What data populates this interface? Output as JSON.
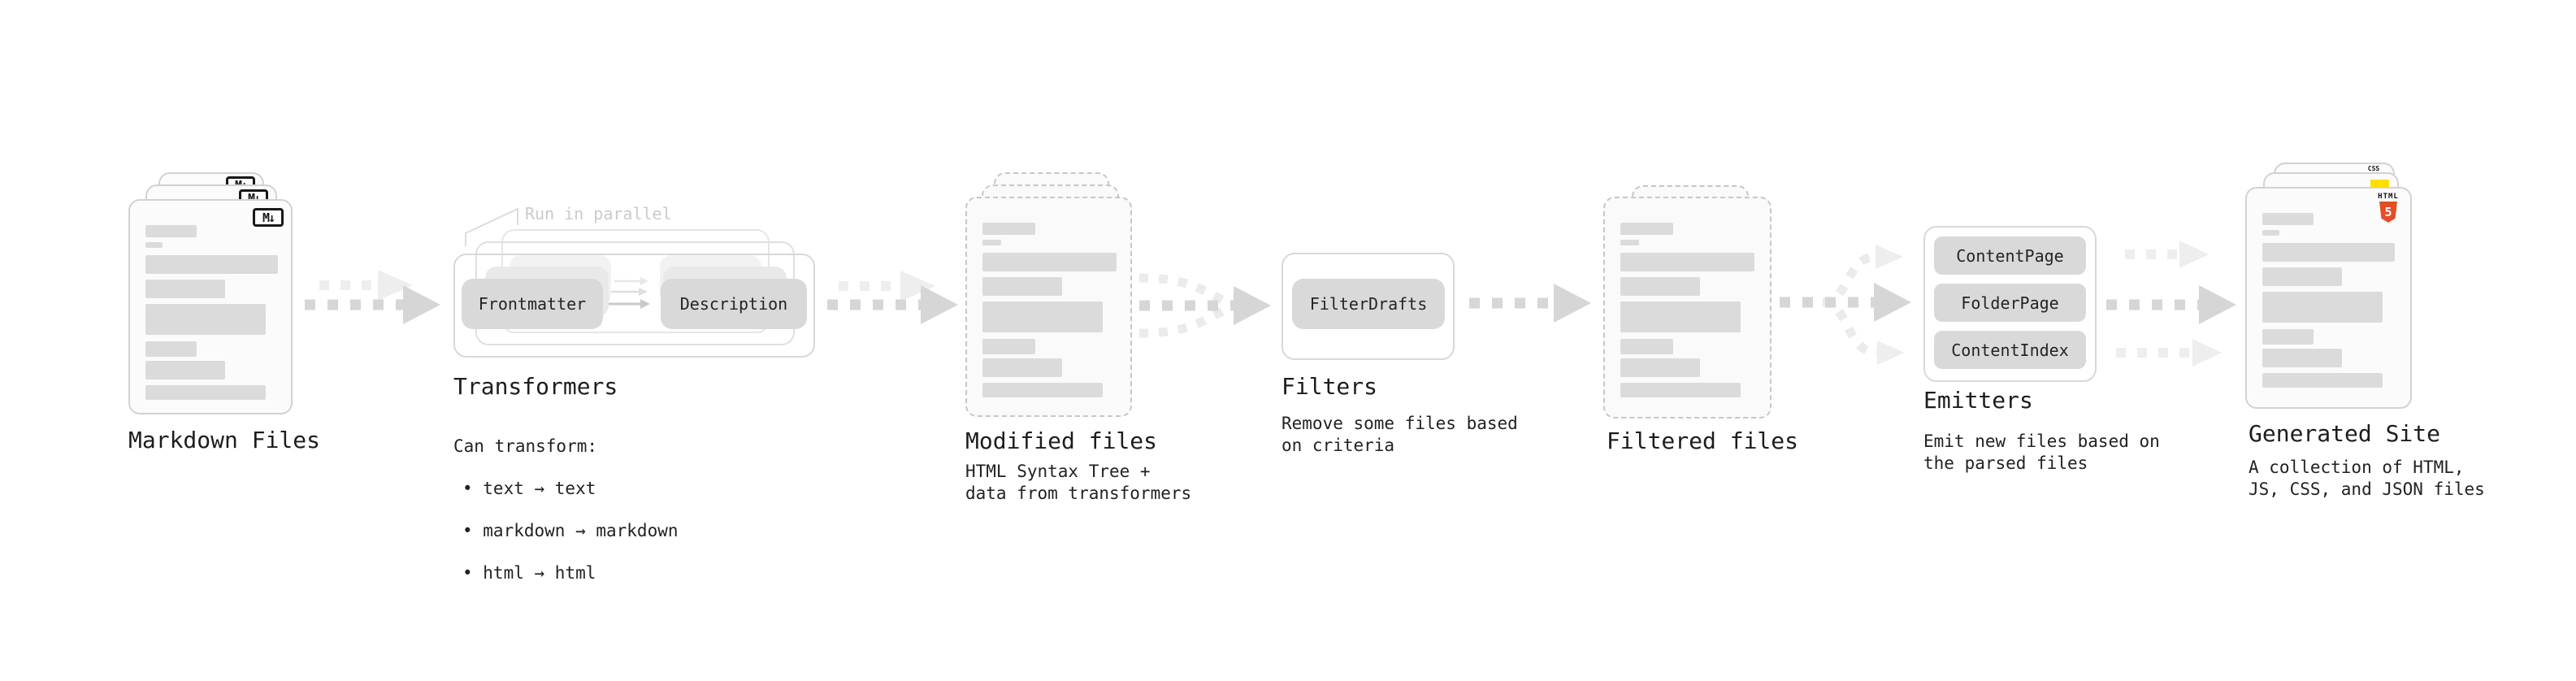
{
  "diagram": {
    "markdown": {
      "label": "Markdown Files",
      "icon": "M↓"
    },
    "transformers": {
      "note": "Run in parallel",
      "pill_left": "Frontmatter",
      "pill_right": "Description",
      "label": "Transformers",
      "desc_title": "Can transform:",
      "items": [
        "• text → text",
        "• markdown → markdown",
        "• html → html"
      ]
    },
    "modified": {
      "label": "Modified files",
      "desc": "HTML Syntax Tree +\ndata from transformers"
    },
    "filters": {
      "pill": "FilterDrafts",
      "label": "Filters",
      "desc": "Remove some files based\non criteria"
    },
    "filtered": {
      "label": "Filtered files"
    },
    "emitters": {
      "pills": [
        "ContentPage",
        "FolderPage",
        "ContentIndex"
      ],
      "label": "Emitters",
      "desc": "Emit new files based on\nthe parsed files"
    },
    "generated": {
      "label": "Generated Site",
      "desc": "A collection of HTML,\nJS, CSS, and JSON files",
      "icon_css": "CSS",
      "icon_html_word": "HTML",
      "icon_html_num": "5"
    }
  },
  "colors": {
    "html5_orange": "#e44d26",
    "js_yellow": "#ffdf00",
    "css_blue": "#2b66f6"
  }
}
